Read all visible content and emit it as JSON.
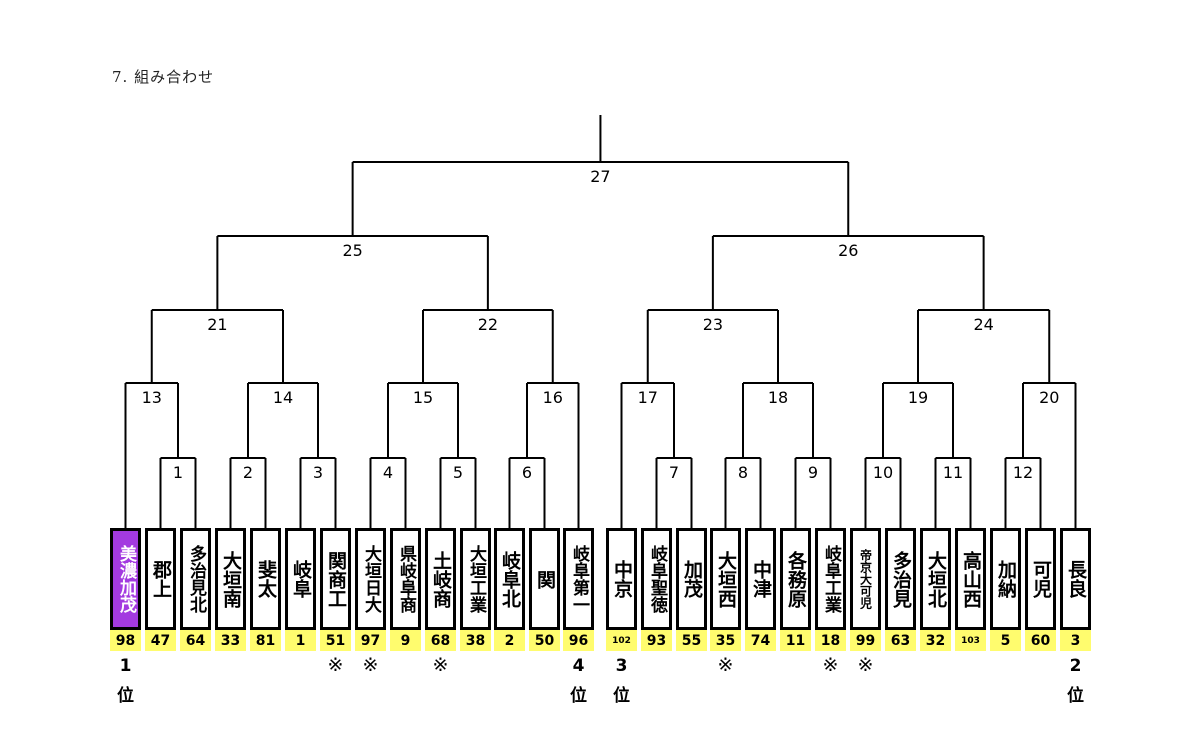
{
  "title": "7. 組み合わせ",
  "teams": [
    {
      "name": "美濃加茂",
      "num": "98",
      "seed": true
    },
    {
      "name": "郡上",
      "num": "47"
    },
    {
      "name": "多治見北",
      "num": "64"
    },
    {
      "name": "大垣南",
      "num": "33"
    },
    {
      "name": "斐太",
      "num": "81"
    },
    {
      "name": "岐阜",
      "num": "1"
    },
    {
      "name": "関商工",
      "num": "51",
      "mark": "※"
    },
    {
      "name": "大垣日大",
      "num": "97",
      "mark": "※"
    },
    {
      "name": "県岐阜商",
      "num": "9"
    },
    {
      "name": "土岐商",
      "num": "68",
      "mark": "※"
    },
    {
      "name": "大垣工業",
      "num": "38"
    },
    {
      "name": "岐阜北",
      "num": "2"
    },
    {
      "name": "関",
      "num": "50"
    },
    {
      "name": "岐阜第一",
      "num": "96"
    },
    {
      "name": "中京",
      "num": "102",
      "small": true
    },
    {
      "name": "岐阜聖徳",
      "num": "93"
    },
    {
      "name": "加茂",
      "num": "55"
    },
    {
      "name": "大垣西",
      "num": "35",
      "mark": "※"
    },
    {
      "name": "中津",
      "num": "74"
    },
    {
      "name": "各務原",
      "num": "11"
    },
    {
      "name": "岐阜工業",
      "num": "18",
      "mark": "※"
    },
    {
      "name": "帝京大可児",
      "num": "99",
      "mark": "※"
    },
    {
      "name": "多治見",
      "num": "63"
    },
    {
      "name": "大垣北",
      "num": "32"
    },
    {
      "name": "高山西",
      "num": "103",
      "small": true
    },
    {
      "name": "加納",
      "num": "5"
    },
    {
      "name": "可児",
      "num": "60"
    },
    {
      "name": "長良",
      "num": "3"
    }
  ],
  "ranks": [
    {
      "team": 0,
      "rank": "1",
      "suffix": "位"
    },
    {
      "team": 13,
      "rank": "4",
      "suffix": "位"
    },
    {
      "team": 14,
      "rank": "3",
      "suffix": "位"
    },
    {
      "team": 27,
      "rank": "2",
      "suffix": "位"
    }
  ],
  "match_labels": [
    "1",
    "2",
    "3",
    "4",
    "5",
    "6",
    "7",
    "8",
    "9",
    "10",
    "11",
    "12",
    "13",
    "14",
    "15",
    "16",
    "17",
    "18",
    "19",
    "20",
    "21",
    "22",
    "23",
    "24",
    "25",
    "26",
    "27"
  ]
}
